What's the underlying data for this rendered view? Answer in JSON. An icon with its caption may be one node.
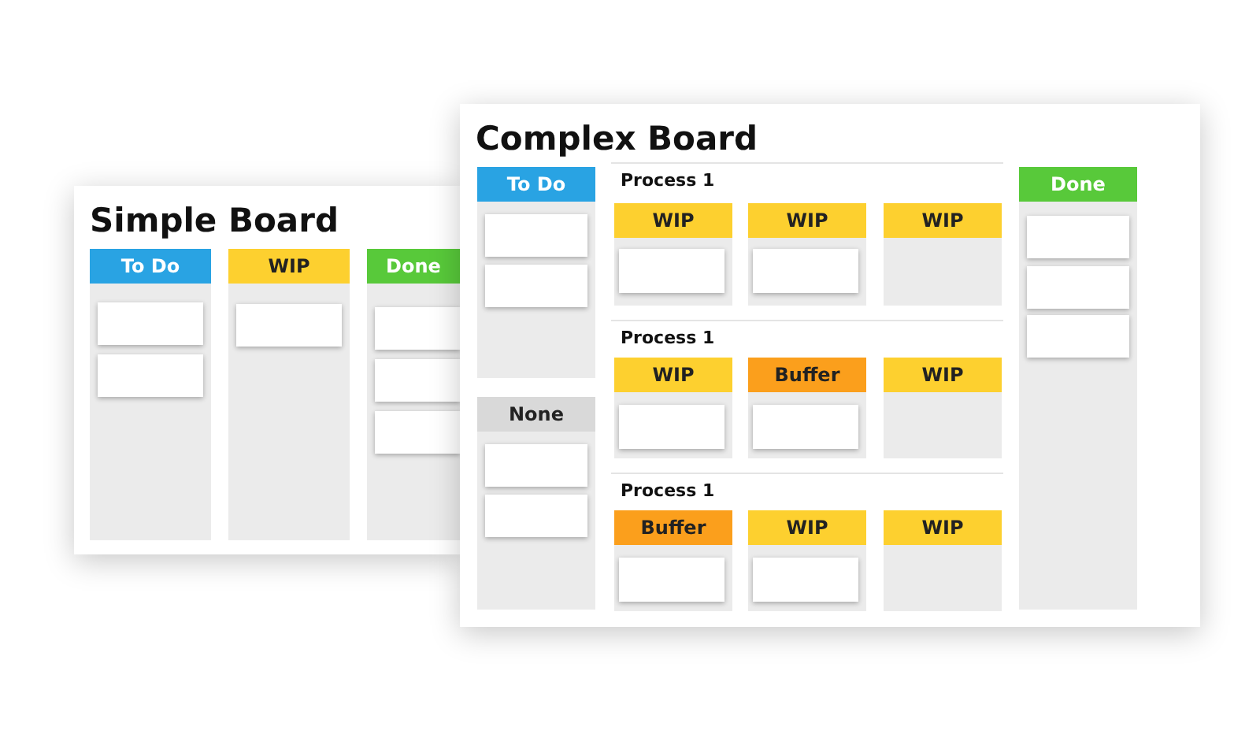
{
  "diagram": {
    "nodes": [
      {
        "text": [
          "Simple Board"
        ]
      },
      {
        "text": [
          "To Do"
        ],
        "in": 0
      },
      {
        "text": [],
        "shape": "box",
        "in": 1
      },
      {
        "text": [],
        "shape": "box",
        "in": 1
      },
      {
        "text": [
          "WIP"
        ],
        "in": 0
      },
      {
        "text": [],
        "shape": "box",
        "in": 4
      },
      {
        "text": [
          "Done"
        ],
        "in": 0
      },
      {
        "text": [],
        "shape": "box",
        "in": 6
      },
      {
        "text": [],
        "shape": "box",
        "in": 6
      },
      {
        "text": [],
        "shape": "box",
        "in": 6
      },
      {
        "text": [
          "Complex Board"
        ]
      },
      {
        "text": [
          "To Do"
        ],
        "in": 10
      },
      {
        "text": [],
        "shape": "box",
        "in": 11
      },
      {
        "text": [],
        "shape": "box",
        "in": 11
      },
      {
        "text": [
          "None"
        ],
        "in": 10
      },
      {
        "text": [],
        "shape": "box",
        "in": 14
      },
      {
        "text": [],
        "shape": "box",
        "in": 14
      },
      {
        "text": [
          "Process 1"
        ],
        "in": 10
      },
      {
        "text": [
          "WIP"
        ],
        "in": 17
      },
      {
        "text": [],
        "shape": "box",
        "in": 18
      },
      {
        "text": [
          "WIP"
        ],
        "in": 17
      },
      {
        "text": [],
        "shape": "box",
        "in": 20
      },
      {
        "text": [
          "WIP"
        ],
        "in": 17
      },
      {
        "text": [
          "Process 1"
        ],
        "in": 10
      },
      {
        "text": [
          "WIP"
        ],
        "in": 23
      },
      {
        "text": [],
        "shape": "box",
        "in": 24
      },
      {
        "text": [
          "Buffer"
        ],
        "in": 23
      },
      {
        "text": [],
        "shape": "box",
        "in": 26
      },
      {
        "text": [
          "WIP"
        ],
        "in": 23
      },
      {
        "text": [
          "Process 1"
        ],
        "in": 10
      },
      {
        "text": [
          "Buffer"
        ],
        "in": 29
      },
      {
        "text": [],
        "shape": "box",
        "in": 30
      },
      {
        "text": [
          "WIP"
        ],
        "in": 29
      },
      {
        "text": [],
        "shape": "box",
        "in": 32
      },
      {
        "text": [
          "WIP"
        ],
        "in": 29
      },
      {
        "text": [
          "Done"
        ],
        "in": 10
      },
      {
        "text": [],
        "shape": "box",
        "in": 35
      },
      {
        "text": [],
        "shape": "box",
        "in": 35
      },
      {
        "text": [],
        "shape": "box",
        "in": 35
      }
    ]
  }
}
